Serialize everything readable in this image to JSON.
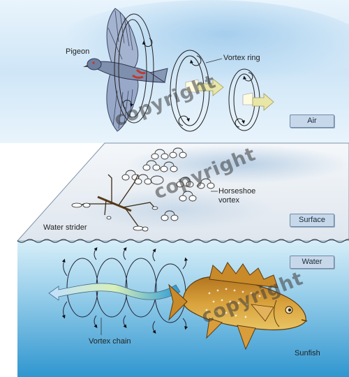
{
  "labels": {
    "pigeon": "Pigeon",
    "vortex_ring": "Vortex ring",
    "horseshoe_vortex_line1": "Horseshoe",
    "horseshoe_vortex_line2": "vortex",
    "water_strider": "Water strider",
    "vortex_chain": "Vortex chain",
    "sunfish": "Sunfish"
  },
  "panel_tags": {
    "air": "Air",
    "surface": "Surface",
    "water": "Water"
  },
  "watermark": "copyright",
  "colors": {
    "sky": "#cfe6f7",
    "water_top": "#bfe3f3",
    "water_bottom": "#3fa3d6",
    "surface_sheet": "#e8eef4",
    "tag_fill": "#c7d8ea",
    "arrow_fill": "#e8e6a8",
    "fish_body": "#c98a2a"
  }
}
